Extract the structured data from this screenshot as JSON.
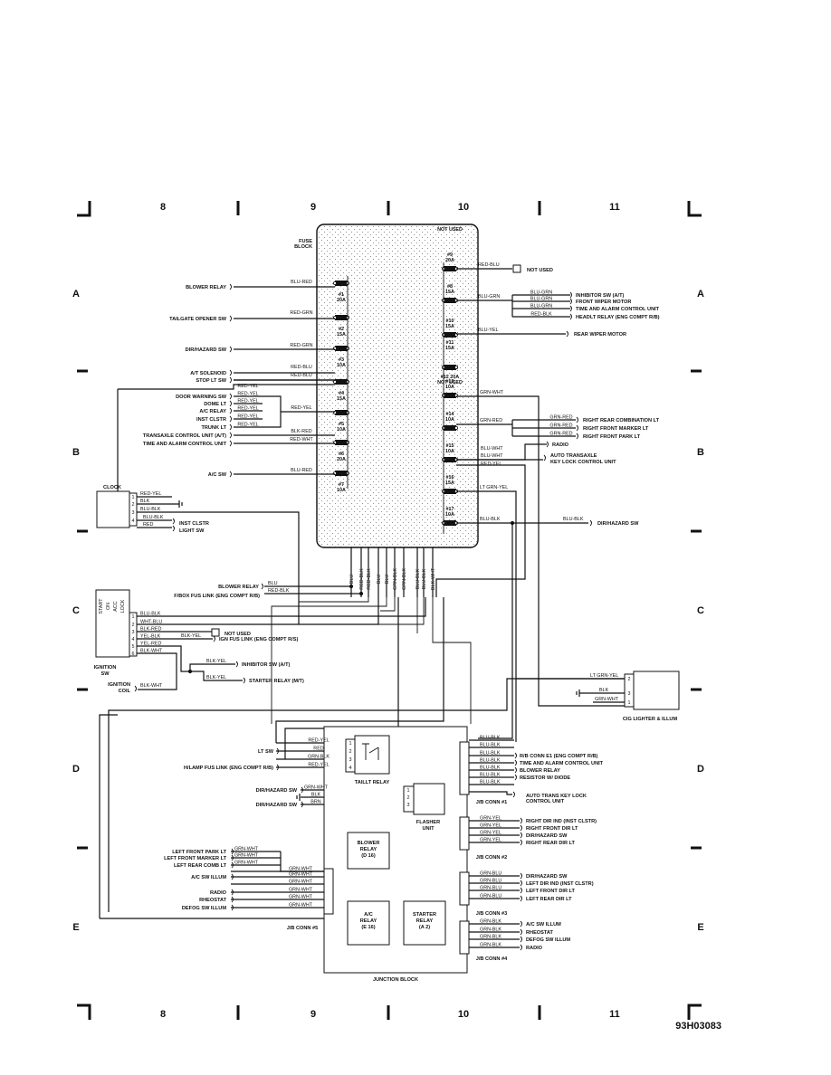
{
  "grid": {
    "columns": [
      "8",
      "9",
      "10",
      "11"
    ],
    "rows": [
      "A",
      "B",
      "C",
      "D",
      "E"
    ]
  },
  "drawing_id": "93H03083",
  "fuse_block": {
    "title_1": "FUSE",
    "title_2": "BLOCK",
    "fuses": [
      {
        "num": "#1",
        "amp": "20A"
      },
      {
        "num": "#2",
        "amp": "15A"
      },
      {
        "num": "#3",
        "amp": "10A"
      },
      {
        "num": "#4",
        "amp": "15A"
      },
      {
        "num": "#5",
        "amp": "10A"
      },
      {
        "num": "#6",
        "amp": "20A"
      },
      {
        "num": "#7",
        "amp": "10A"
      },
      {
        "num": "#9",
        "amp": "20A"
      },
      {
        "num": "#8",
        "amp": "15A"
      },
      {
        "num": "#10",
        "amp": "15A"
      },
      {
        "num": "#11",
        "amp": "15A"
      },
      {
        "num": "#12 20A",
        "amp": "NOT USED"
      },
      {
        "num": "#13",
        "amp": "10A"
      },
      {
        "num": "#14",
        "amp": "10A"
      },
      {
        "num": "#15",
        "amp": "10A"
      },
      {
        "num": "#16",
        "amp": "15A"
      },
      {
        "num": "#17",
        "amp": "10A"
      }
    ],
    "not_used_top": "NOT USED",
    "bottom_wires": [
      "BLU",
      "RED-BLK",
      "RED-BLK",
      "BLU",
      "BLU",
      "GRN-BLK",
      "GRN-BLK",
      "BLU-BLK",
      "BLU-BLK",
      "BLK-WHT"
    ]
  },
  "left_loads": [
    {
      "name": "BLOWER RELAY",
      "wire": "BLU-RED"
    },
    {
      "name": "TAILGATE OPENER SW",
      "wire": "RED-GRN"
    },
    {
      "name": "DIR/HAZARD SW",
      "wire": "RED-GRN"
    },
    {
      "name": "A/T SOLENOID",
      "wire": "RED-BLU"
    },
    {
      "name": "STOP LT SW",
      "wire": "RED-BLU"
    },
    {
      "name": "DOOR WARNING SW",
      "wire": "RED-YEL"
    },
    {
      "name": "DOME LT",
      "wire": "RED-YEL"
    },
    {
      "name": "A/C RELAY",
      "wire": "RED-YEL"
    },
    {
      "name": "INST CLSTR",
      "wire": "RED-YEL"
    },
    {
      "name": "TRUNK LT",
      "wire": "RED-YEL"
    },
    {
      "name": "TRANSAXLE CONTROL UNIT (A/T)",
      "wire": "BLK-RED"
    },
    {
      "name": "TIME AND ALARM CONTROL UNIT",
      "wire": "RED-WHT"
    },
    {
      "name": "A/C SW",
      "wire": "BLU-RED"
    }
  ],
  "left_extra_wires": {
    "red_yel_top": "RED-YEL",
    "red_yel_join": "RED-YEL"
  },
  "right_loads": {
    "not_used": {
      "wire": "RED-BLU",
      "label": "NOT USED"
    },
    "inhibitor": {
      "wire": "BLU-GRN",
      "branches": [
        {
          "wire": "BLU-GRN",
          "name": "INHIBITOR SW (A/T)"
        },
        {
          "wire": "BLU-GRN",
          "name": "FRONT WIPER MOTOR"
        },
        {
          "wire": "BLU-GRN",
          "name": "TIME AND ALARM CONTROL UNIT"
        },
        {
          "wire": "RED-BLK",
          "name": "HEADLT RELAY (ENG COMPT R/B)"
        }
      ]
    },
    "rear_wiper": {
      "wire": "BLU-YEL",
      "name": "REAR WIPER MOTOR"
    },
    "grn_wht": "GRN-WHT",
    "grn_red": {
      "wire": "GRN-RED",
      "branches": [
        {
          "wire": "GRN-RED",
          "name": "RIGHT REAR COMBINATION LT"
        },
        {
          "wire": "GRN-RED",
          "name": "RIGHT FRONT MARKER LT"
        },
        {
          "wire": "GRN-RED",
          "name": "RIGHT FRONT PARK LT"
        }
      ]
    },
    "radio": {
      "wire": "BLU-WHT",
      "name": "RADIO"
    },
    "auto_transaxle": {
      "wire": "BLU-WHT",
      "name_1": "AUTO TRANSAXLE",
      "name_2": "KEY LOCK CONTROL UNIT"
    },
    "red_yel": "RED-YEL",
    "lt_grn_yel": "LT GRN-YEL",
    "dir_hazard": {
      "wire": "BLU-BLK",
      "wire2": "BLU-BLK",
      "name": "DIR/HAZARD SW"
    }
  },
  "clock": {
    "title": "CLOCK",
    "pins": [
      "1",
      "2",
      "3",
      "4"
    ],
    "wires": [
      "RED-YEL",
      "BLK",
      "BLU-BLK",
      "BLU-BLK",
      "RED"
    ],
    "loads": [
      "INST CLSTR",
      "LIGHT SW"
    ]
  },
  "blower_fbox": {
    "name1": "BLOWER RELAY",
    "wire1": "BLU",
    "name2": "F/BOX FUS LINK (ENG COMPT R/B)",
    "wire2": "RED-BLK"
  },
  "ignition": {
    "title": "IGNITION",
    "title2": "SW",
    "headers": [
      "START",
      "ON",
      "ACC",
      "LOCK"
    ],
    "pins": [
      "1",
      "2",
      "3",
      "4",
      "5",
      "6"
    ],
    "wires": [
      "BLU-BLK",
      "WHT-BLU",
      "BLK-RED",
      "YEL-BLK",
      "YEL-RED",
      "BLK-WHT"
    ],
    "not_used": "NOT USED",
    "blk_yel": "BLK-YEL",
    "ign_fus": "IGN FUS LINK (ENG COMPT R/S)",
    "inhibitor": "INHIBITOR SW (A/T)",
    "starter": "STARTER RELAY (M/T)",
    "blk_yel2": "BLK-YEL",
    "coil_1": "IGNITION",
    "coil_2": "COIL",
    "coil_wire": "BLK-WHT"
  },
  "cig": {
    "wires": [
      "LT GRN-YEL",
      "BLK",
      "GRN-WHT"
    ],
    "pins": [
      "2",
      "3",
      "1"
    ],
    "name": "CIG LIGHTER & ILLUM"
  },
  "junction": {
    "title": "JUNCTION BLOCK",
    "taillt_relay": "TAILLT RELAY",
    "flasher_1": "FLASHER",
    "flasher_2": "UNIT",
    "blower_relay": [
      "BLOWER",
      "RELAY",
      "(D 16)"
    ],
    "ac_relay": [
      "A/C",
      "RELAY",
      "(E 16)"
    ],
    "starter_relay": [
      "STARTER",
      "RELAY",
      "(A 2)"
    ],
    "taillt_inputs": [
      {
        "name": "",
        "wire": "RED-YEL",
        "pin": "1"
      },
      {
        "name": "LT SW",
        "wire": "RED",
        "pin": "2"
      },
      {
        "name": "",
        "wire": "GRN-BLK",
        "pin": "3"
      },
      {
        "name": "H/LAMP FUS LINK (ENG COMPT R/B)",
        "wire": "RED-YEL",
        "pin": "4"
      }
    ],
    "flasher_inputs": [
      {
        "name": "DIR/HAZARD SW",
        "wire": "GRN-WHT",
        "pin": "1"
      },
      {
        "name": "",
        "wire": "BLK",
        "pin": "2"
      },
      {
        "name": "DIR/HAZARD SW",
        "wire": "BRN",
        "pin": "3"
      }
    ],
    "conn5": {
      "label": "J/B CONN #5",
      "rows": [
        {
          "name": "LEFT FRONT PARK LT",
          "wire": "GRN-WHT"
        },
        {
          "name": "LEFT FRONT MARKER LT",
          "wire": "GRN-WHT"
        },
        {
          "name": "LEFT REAR COMB LT",
          "wire": "GRN-WHT"
        },
        {
          "name": "",
          "wire": "GRN-WHT"
        },
        {
          "name": "A/C SW ILLUM",
          "wire": "GRN-WHT"
        },
        {
          "name": "",
          "wire": "GRN-WHT"
        },
        {
          "name": "RADIO",
          "wire": "GRN-WHT"
        },
        {
          "name": "RHEOSTAT",
          "wire": "GRN-WHT"
        },
        {
          "name": "DEFOG SW ILLUM",
          "wire": "GRN-WHT"
        }
      ]
    },
    "conn1": {
      "label": "J/B CONN #1",
      "rows": [
        {
          "wire": "BLU-BLK",
          "name": ""
        },
        {
          "wire": "BLU-BLK",
          "name": ""
        },
        {
          "wire": "BLU-BLK",
          "name": "R/B CONN E1 (ENG COMPT R/B)"
        },
        {
          "wire": "BLU-BLK",
          "name": "TIME AND ALARM CONTROL UNIT"
        },
        {
          "wire": "BLU-BLK",
          "name": "BLOWER RELAY"
        },
        {
          "wire": "BLU-BLK",
          "name": "RESISTOR W/ DIODE"
        },
        {
          "wire": "BLU-BLK",
          "name": ""
        }
      ],
      "extra_1": "AUTO TRANS KEY LOCK",
      "extra_2": "CONTROL UNIT"
    },
    "conn2": {
      "label": "J/B CONN #2",
      "rows": [
        {
          "wire": "GRN-YEL",
          "name": "RIGHT DIR IND (INST CLSTR)"
        },
        {
          "wire": "GRN-YEL",
          "name": "RIGHT FRONT DIR LT"
        },
        {
          "wire": "GRN-YEL",
          "name": "DIR/HAZARD SW"
        },
        {
          "wire": "GRN-YEL",
          "name": "RIGHT REAR DIR LT"
        }
      ]
    },
    "conn3": {
      "label": "J/B CONN #3",
      "rows": [
        {
          "wire": "GRN-BLU",
          "name": "DIR/HAZARD SW"
        },
        {
          "wire": "GRN-BLU",
          "name": "LEFT DIR IND (INST CLSTR)"
        },
        {
          "wire": "GRN-BLU",
          "name": "LEFT FRONT DIR LT"
        },
        {
          "wire": "GRN-BLU",
          "name": "LEFT REAR DIR LT"
        }
      ]
    },
    "conn4": {
      "label": "J/B CONN #4",
      "rows": [
        {
          "wire": "GRN-BLK",
          "name": "A/C SW ILLUM"
        },
        {
          "wire": "GRN-BLK",
          "name": "RHEOSTAT"
        },
        {
          "wire": "GRN-BLK",
          "name": "DEFOG SW ILLUM"
        },
        {
          "wire": "GRN-BLK",
          "name": "RADIO"
        }
      ]
    }
  }
}
